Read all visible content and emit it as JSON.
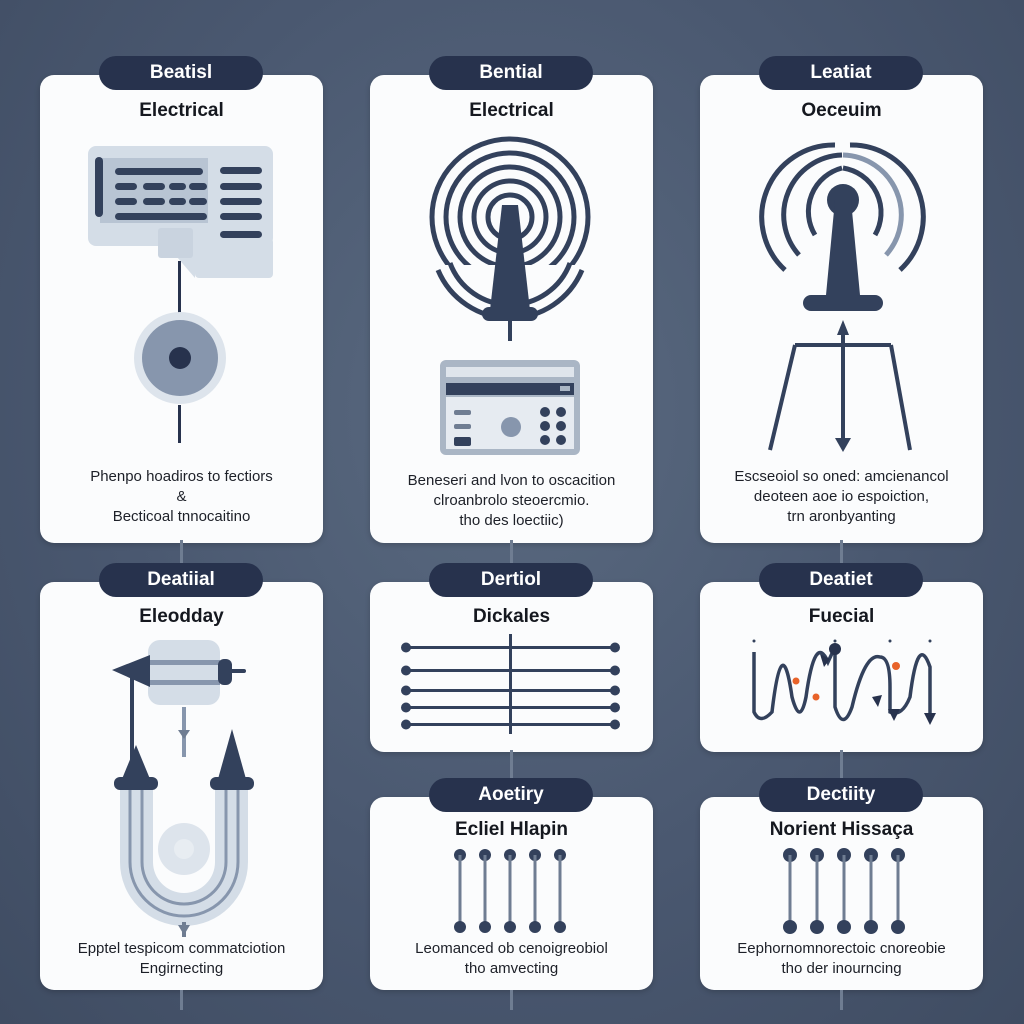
{
  "colors": {
    "background": "#4a5870",
    "card": "#fbfcfd",
    "pill": "#27324d",
    "icon_dark": "#33415c",
    "icon_mid": "#8796ad",
    "icon_light": "#d3dbe5",
    "accent_orange": "#e8632a"
  },
  "cards": [
    {
      "id": "card-1",
      "badge": "Beatisl",
      "title": "Electrical",
      "icon": "control-panel-speaker-icon",
      "description": [
        "Phenpo hoadiros to fectiors",
        "&",
        "Becticoal tnnocaitino"
      ]
    },
    {
      "id": "card-2",
      "badge": "Bential",
      "title": "Electrical",
      "icon": "radio-antenna-transceiver-icon",
      "description": [
        "Beneseri and lvon to oscacition",
        "clroanbrolo steoercmio.",
        "tho des loectiic)"
      ]
    },
    {
      "id": "card-3",
      "badge": "Leatiat",
      "title": "Oeceuim",
      "icon": "antenna-tripod-icon",
      "description": [
        "Escseoiol so oned: amcienancol",
        "deoteen aoe io espoiction,",
        "trn aronbyanting"
      ]
    },
    {
      "id": "card-4",
      "badge": "Deatiial",
      "title": "Eleodday",
      "icon": "u-tube-probe-icon",
      "description": [
        "Epptel tespicom commatciotion",
        "Engirnecting"
      ]
    },
    {
      "id": "card-5",
      "badge": "Dertiol",
      "title": "Dickales",
      "icon": "bus-lines-icon",
      "description": []
    },
    {
      "id": "card-6",
      "badge": "Deatiet",
      "title": "Fuecial",
      "icon": "waveform-icon",
      "description": []
    },
    {
      "id": "card-7",
      "badge": "Aoetiry",
      "title": "Ecliel Hlapin",
      "icon": "pin-array-icon",
      "description": [
        "Leomanced ob cenoigreobiol",
        "tho amvecting"
      ]
    },
    {
      "id": "card-8",
      "badge": "Dectiity",
      "title": "Norient Hissaça",
      "icon": "pin-array-icon",
      "description": [
        "Eephornomnorectoic cnoreobie",
        "tho der inourncing"
      ]
    }
  ]
}
